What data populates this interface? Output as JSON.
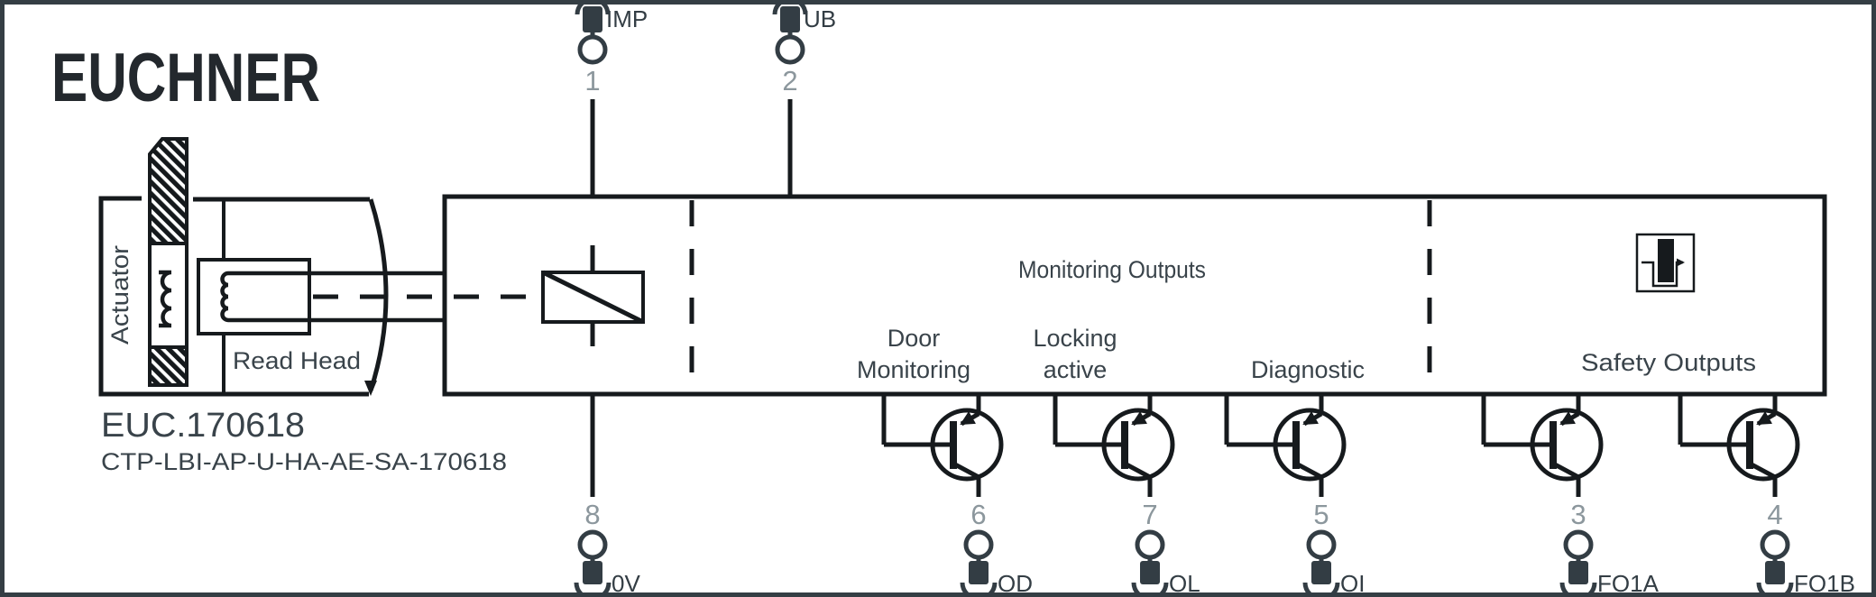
{
  "logo": "EUCHNER",
  "product": {
    "name": "EUC.170618",
    "order_code": "CTP-LBI-AP-U-HA-AE-SA-170618"
  },
  "labels": {
    "actuator": "Actuator",
    "read_head": "Read Head",
    "monitoring_outputs": "Monitoring Outputs",
    "door_line1": "Door",
    "door_line2": "Monitoring",
    "locking_line1": "Locking",
    "locking_line2": "active",
    "diagnostic": "Diagnostic",
    "safety_outputs": "Safety Outputs"
  },
  "terminals": {
    "top": [
      {
        "pin": "1",
        "signal": "IMP"
      },
      {
        "pin": "2",
        "signal": "UB"
      }
    ],
    "bottom": [
      {
        "pin": "8",
        "signal": "0V"
      },
      {
        "pin": "6",
        "signal": "OD"
      },
      {
        "pin": "7",
        "signal": "OL"
      },
      {
        "pin": "5",
        "signal": "OI"
      },
      {
        "pin": "3",
        "signal": "FO1A"
      },
      {
        "pin": "4",
        "signal": "FO1B"
      }
    ]
  },
  "colors": {
    "line": "#161a1d",
    "terminal_symbol": "#333d44",
    "label_text": "#39434a",
    "pin_number": "#8c979d",
    "logo": "#23282d",
    "background": "#ffffff"
  }
}
